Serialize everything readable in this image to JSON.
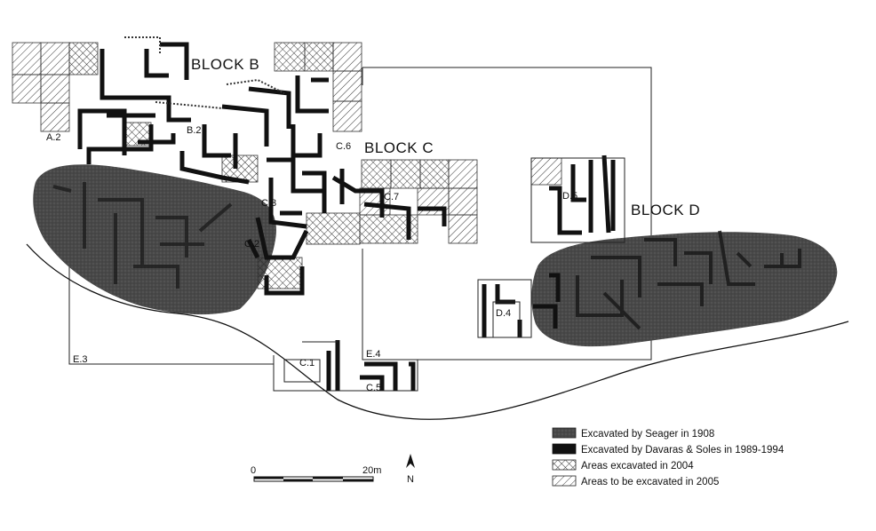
{
  "blocks": {
    "b": "BLOCK B",
    "c": "BLOCK C",
    "d": "BLOCK D"
  },
  "rooms": {
    "a2": "A.2",
    "b2": "B.2",
    "c6": "C.6",
    "c7": "C.7",
    "c3": "C.3",
    "c2": "C.2",
    "c1": "C.1",
    "c5": "C.5",
    "d5": "D.5",
    "d4": "D.4",
    "e3": "E.3",
    "e4": "E.4"
  },
  "legend": {
    "items": [
      {
        "label": "Excavated by Seager in 1908",
        "swatch": "seager"
      },
      {
        "label": "Excavated by Davaras & Soles in 1989-1994",
        "swatch": "solid"
      },
      {
        "label": "Areas excavated in 2004",
        "swatch": "crosshatch"
      },
      {
        "label": "Areas to be excavated in 2005",
        "swatch": "diagonal"
      }
    ]
  },
  "scale": {
    "start": "0",
    "end": "20m"
  },
  "north": "N",
  "colors": {
    "seager": "#4a4a4a",
    "walls": "#111111",
    "background": "#ffffff"
  }
}
